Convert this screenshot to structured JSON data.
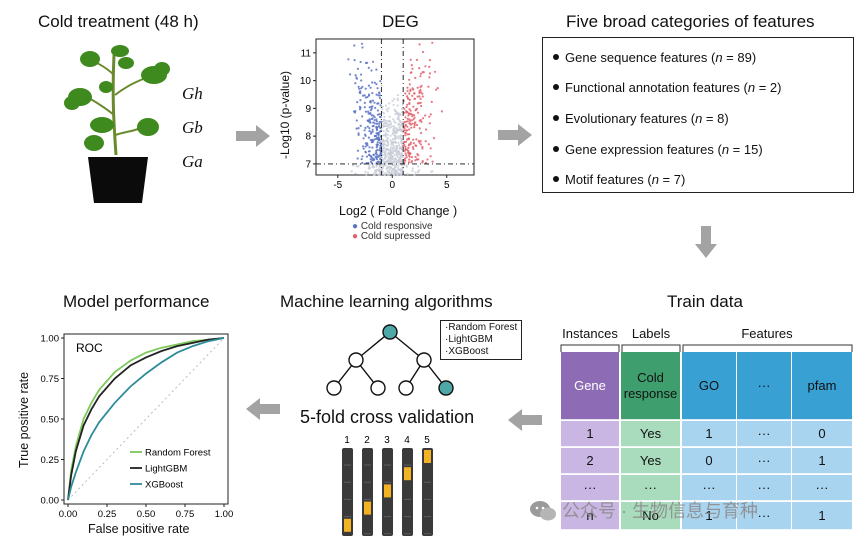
{
  "panels": {
    "cold": {
      "title": "Cold treatment (48 h)",
      "species": [
        "Gh",
        "Gb",
        "Ga"
      ]
    },
    "deg": {
      "title": "DEG",
      "xlabel": "Log2 ( Fold Change )",
      "ylabel": "-Log10 (p-value)",
      "legend": [
        "Cold responsive",
        "Cold supressed"
      ]
    },
    "features": {
      "title": "Five broad categories of features",
      "items": [
        {
          "text": "Gene sequence features (",
          "n": "n",
          "rest": " = 89)"
        },
        {
          "text": "Functional annotation features (",
          "n": "n",
          "rest": " = 2)"
        },
        {
          "text": "Evolutionary features (",
          "n": "n",
          "rest": " = 8)"
        },
        {
          "text": "Gene expression features (",
          "n": "n",
          "rest": " = 15)"
        },
        {
          "text": "Motif features (",
          "n": "n",
          "rest": " = 7)"
        }
      ]
    },
    "train": {
      "title": "Train data",
      "headers": {
        "instances": "Instances",
        "labels": "Labels",
        "features": "Features"
      },
      "rows": [
        [
          "Gene",
          "Cold response",
          "GO",
          "···",
          "pfam"
        ],
        [
          "1",
          "Yes",
          "1",
          "···",
          "0"
        ],
        [
          "2",
          "Yes",
          "0",
          "···",
          "1"
        ],
        [
          "···",
          "···",
          "···",
          "···",
          "···"
        ],
        [
          "n",
          "No",
          "1",
          "···",
          "1"
        ]
      ],
      "colors": {
        "instances": "#8e6bb5",
        "instances_light": "#c9b6e2",
        "labels": "#3f9e6e",
        "labels_light": "#a9dbbd",
        "features": "#39a0d4",
        "features_light": "#a9d4ef"
      }
    },
    "ml": {
      "title": "Machine learning algorithms",
      "legend": [
        "·Random Forest",
        "·LightGBM",
        "·XGBoost"
      ],
      "cv_title": "5-fold cross validation",
      "fold_labels": [
        "1",
        "2",
        "3",
        "4",
        "5"
      ]
    },
    "perf": {
      "title": "Model performance",
      "chart_title": "ROC",
      "xlabel": "False positive rate",
      "ylabel": "True positive rate",
      "ticks": [
        "0.00",
        "0.25",
        "0.50",
        "0.75",
        "1.00"
      ],
      "legend": [
        "Random Forest",
        "LightGBM",
        "XGBoost"
      ],
      "colors": {
        "rf": "#7dc85a",
        "lgbm": "#222222",
        "xgb": "#2e8c9a"
      }
    }
  },
  "watermark": "公众号 · 生物信息与育种",
  "chart_data": [
    {
      "type": "scatter",
      "title": "DEG",
      "xlabel": "Log2 ( Fold Change )",
      "ylabel": "-Log10 (p-value)",
      "xlim": [
        -7,
        7.5
      ],
      "ylim": [
        6.6,
        11.5
      ],
      "x_ticks": [
        -5,
        0,
        5
      ],
      "y_ticks": [
        7,
        8,
        9,
        10,
        11
      ],
      "thresholds": {
        "x": [
          -1,
          1
        ],
        "y": 7
      },
      "series": [
        {
          "name": "Cold responsive",
          "color": "#5b73c4"
        },
        {
          "name": "Cold supressed",
          "color": "#e2606c"
        }
      ]
    },
    {
      "type": "line",
      "title": "ROC",
      "xlabel": "False positive rate",
      "ylabel": "True positive rate",
      "xlim": [
        0,
        1
      ],
      "ylim": [
        0,
        1
      ],
      "x": [
        0,
        0.02,
        0.05,
        0.1,
        0.15,
        0.2,
        0.3,
        0.4,
        0.5,
        0.6,
        0.7,
        0.8,
        0.9,
        1.0
      ],
      "series": [
        {
          "name": "Random Forest",
          "values": [
            0,
            0.18,
            0.33,
            0.5,
            0.6,
            0.68,
            0.79,
            0.86,
            0.91,
            0.94,
            0.96,
            0.98,
            0.99,
            1.0
          ]
        },
        {
          "name": "LightGBM",
          "values": [
            0,
            0.15,
            0.3,
            0.46,
            0.56,
            0.64,
            0.75,
            0.83,
            0.88,
            0.92,
            0.95,
            0.97,
            0.99,
            1.0
          ]
        },
        {
          "name": "XGBoost",
          "values": [
            0,
            0.08,
            0.17,
            0.3,
            0.4,
            0.48,
            0.6,
            0.7,
            0.78,
            0.85,
            0.91,
            0.95,
            0.98,
            1.0
          ]
        }
      ],
      "legend_position": "bottom-right"
    }
  ]
}
